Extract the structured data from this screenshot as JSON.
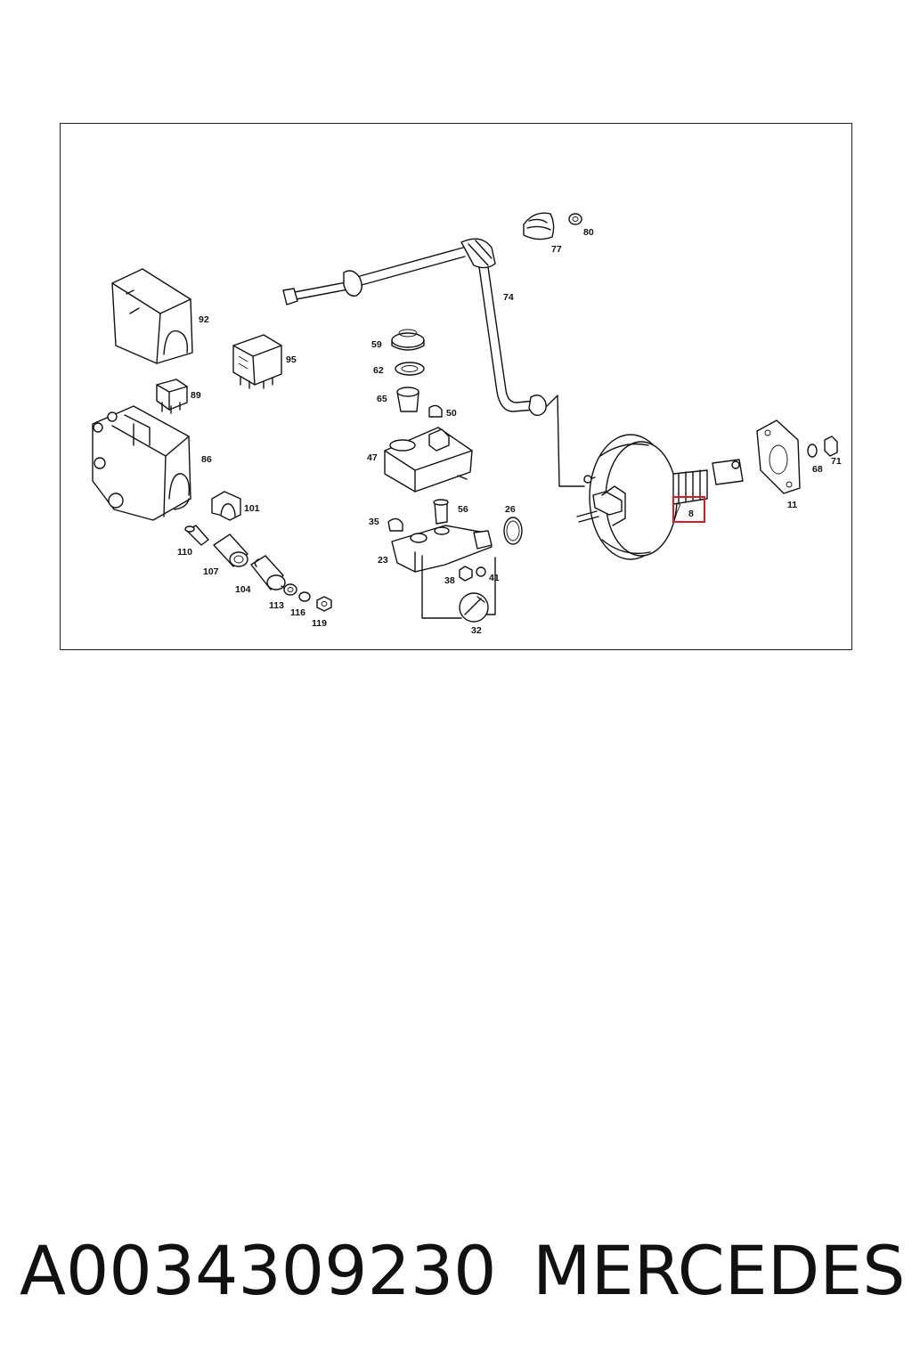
{
  "diagram": {
    "callouts": [
      "92",
      "95",
      "89",
      "86",
      "101",
      "110",
      "107",
      "104",
      "113",
      "116",
      "119",
      "59",
      "62",
      "65",
      "50",
      "47",
      "56",
      "35",
      "23",
      "38",
      "41",
      "26",
      "32",
      "74",
      "77",
      "80",
      "8",
      "11",
      "68",
      "71"
    ],
    "highlighted_callout": "8",
    "highlight_color": "#d21f26"
  },
  "caption": {
    "part_number": "A0034309230",
    "brand": "MERCEDES"
  }
}
